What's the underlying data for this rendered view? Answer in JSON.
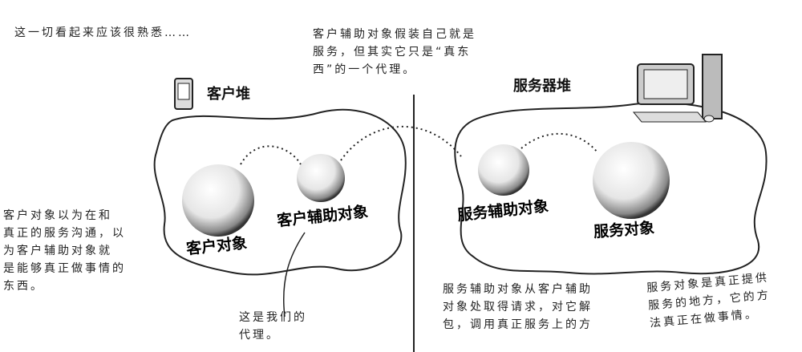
{
  "intro": "这一切看起来应该很熟悉……",
  "top_note": "客户辅助对象假装自己就是\n服务，但其实它只是“真东\n西”的一个代理。",
  "client_heap": "客户堆",
  "server_heap": "服务器堆",
  "objects": {
    "client_object": "客户对象",
    "client_helper": "客户辅助对象",
    "service_helper": "服务辅助对象",
    "service_object": "服务对象"
  },
  "notes": {
    "client_belief": "客户对象以为在和\n真正的服务沟通，以\n为客户辅助对象就\n是能够真正做事情的\n东西。",
    "proxy": "这是我们的\n代理。",
    "service_helper_desc": "服务辅助对象从客户辅助\n对象处取得请求，对它解\n包，调用真正服务上的方",
    "service_desc": "服务对象是真正提供\n服务的地方，它的方\n法真正在做事情。"
  }
}
